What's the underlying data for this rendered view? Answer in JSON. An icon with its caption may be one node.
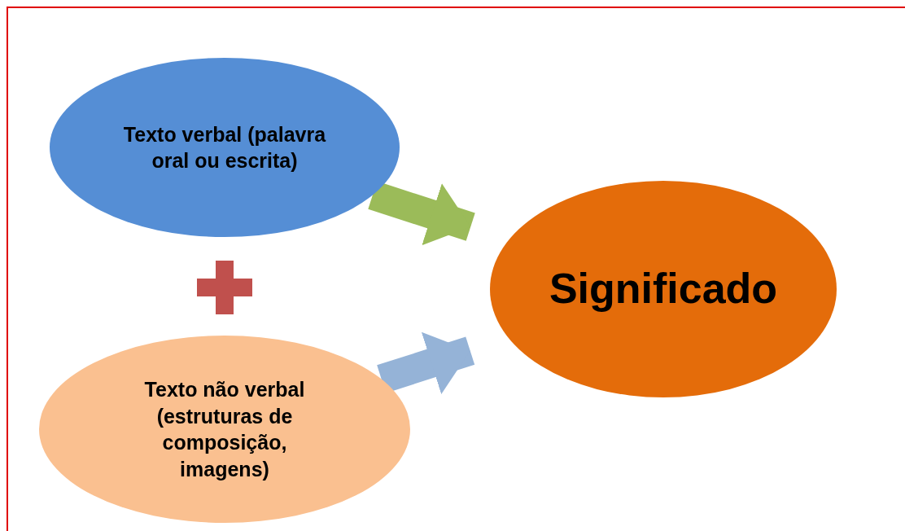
{
  "diagram": {
    "nodes": [
      {
        "text": [
          "Texto verbal (palavra oral ou escrita)"
        ]
      },
      {
        "text": [
          "Texto não verbal (estruturas de composição, imagens)"
        ]
      },
      {
        "text": [
          "Significado"
        ]
      }
    ],
    "edges": [
      {
        "from": 0,
        "to": 2,
        "arrow": "to",
        "color": "#9bbb59"
      },
      {
        "from": 1,
        "to": 2,
        "arrow": "to",
        "color": "#95b3d7"
      }
    ]
  }
}
